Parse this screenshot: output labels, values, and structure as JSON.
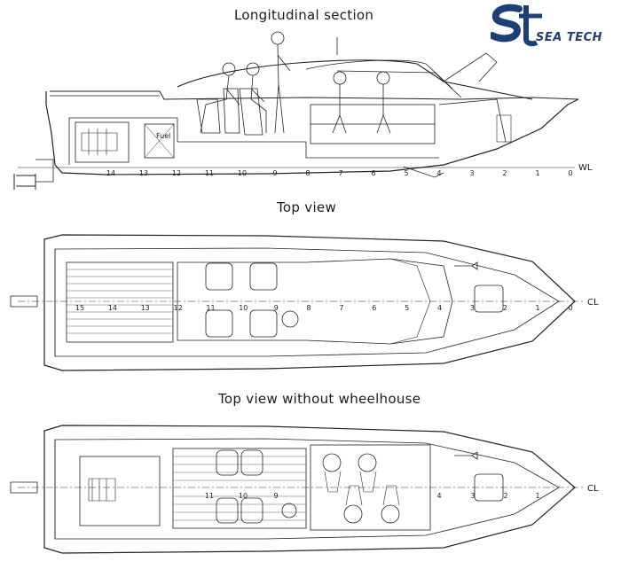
{
  "titles": {
    "section": "Longitudinal section",
    "top": "Top view",
    "top_no_wheelhouse": "Top view without wheelhouse"
  },
  "logo": {
    "mark": "st",
    "text": "SEA TECH",
    "color": "#1c3f75"
  },
  "labels": {
    "waterline": "WL",
    "centerline": "CL",
    "fuel": "Fuel"
  },
  "stations": {
    "section": [
      "14",
      "13",
      "12",
      "11",
      "10",
      "9",
      "8",
      "7",
      "6",
      "5",
      "4",
      "3",
      "2",
      "1",
      "0"
    ],
    "top": [
      "15",
      "14",
      "13",
      "12",
      "11",
      "10",
      "9",
      "8",
      "7",
      "6",
      "5",
      "4",
      "3",
      "2",
      "1",
      "0"
    ],
    "bottom": [
      "11",
      "10",
      "9",
      "4",
      "3",
      "2",
      "1"
    ]
  }
}
